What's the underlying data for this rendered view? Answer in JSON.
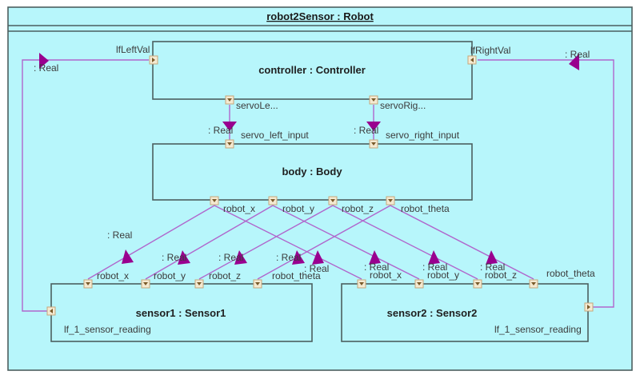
{
  "diagram": {
    "frame_title": "robot2Sensor : Robot",
    "colors": {
      "background": "#b7f6fb",
      "frame_border": "#4c5f5f",
      "wire": "#b066cc",
      "arrowhead": "#99008f",
      "port_fill": "#f4ead2",
      "port_border": "#c7a77a"
    },
    "parts": {
      "controller": {
        "label": "controller : Controller",
        "ports": {
          "left_in": "lfLeftVal",
          "right_in": "lfRightVal",
          "servo_left_out": "servoLe...",
          "servo_right_out": "servoRig..."
        }
      },
      "body": {
        "label": "body : Body",
        "ports": {
          "servo_left_in": "servo_left_input",
          "servo_right_in": "servo_right_input",
          "outputs": [
            "robot_x",
            "robot_y",
            "robot_z",
            "robot_theta"
          ]
        }
      },
      "sensor1": {
        "label": "sensor1 : Sensor1",
        "inputs": [
          "robot_x",
          "robot_y",
          "robot_z",
          "robot_theta"
        ],
        "output": "lf_1_sensor_reading"
      },
      "sensor2": {
        "label": "sensor2 : Sensor2",
        "inputs": [
          "robot_x",
          "robot_y",
          "robot_z",
          "robot_theta"
        ],
        "output": "lf_1_sensor_reading"
      }
    },
    "connector_type": ": Real",
    "connectors": [
      {
        "from": "sensor1.lf_1_sensor_reading",
        "to": "controller.lfLeftVal",
        "type": ": Real"
      },
      {
        "from": "sensor2.lf_1_sensor_reading",
        "to": "controller.lfRightVal",
        "type": ": Real"
      },
      {
        "from": "controller.servoLe...",
        "to": "body.servo_left_input",
        "type": ": Real"
      },
      {
        "from": "controller.servoRig...",
        "to": "body.servo_right_input",
        "type": ": Real"
      },
      {
        "from": "body.robot_x",
        "to": "sensor1.robot_x",
        "type": ": Real"
      },
      {
        "from": "body.robot_y",
        "to": "sensor1.robot_y",
        "type": ": Real"
      },
      {
        "from": "body.robot_z",
        "to": "sensor1.robot_z",
        "type": ": Real"
      },
      {
        "from": "body.robot_theta",
        "to": "sensor1.robot_theta",
        "type": ": Real"
      },
      {
        "from": "body.robot_x",
        "to": "sensor2.robot_x",
        "type": ": Real"
      },
      {
        "from": "body.robot_y",
        "to": "sensor2.robot_y",
        "type": ": Real"
      },
      {
        "from": "body.robot_z",
        "to": "sensor2.robot_z",
        "type": ": Real"
      },
      {
        "from": "body.robot_theta",
        "to": "sensor2.robot_theta",
        "type": ": Real"
      }
    ]
  }
}
